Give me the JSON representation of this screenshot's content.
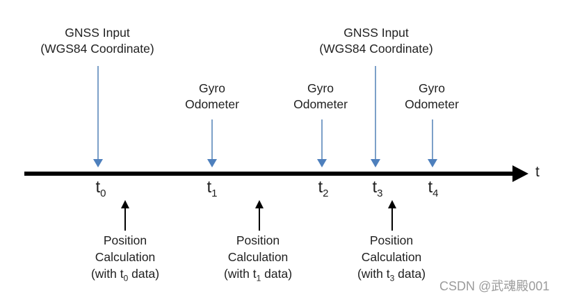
{
  "diagram": {
    "axis_label": "t",
    "events": [
      {
        "type": "gnss",
        "line1": "GNSS Input",
        "line2": "(WGS84 Coordinate)"
      },
      {
        "type": "gyro",
        "line1": "Gyro",
        "line2": "Odometer"
      },
      {
        "type": "gyro",
        "line1": "Gyro",
        "line2": "Odometer"
      },
      {
        "type": "gnss",
        "line1": "GNSS Input",
        "line2": "(WGS84 Coordinate)"
      },
      {
        "type": "gyro",
        "line1": "Gyro",
        "line2": "Odometer"
      }
    ],
    "ticks": [
      {
        "base": "t",
        "sub": "0"
      },
      {
        "base": "t",
        "sub": "1"
      },
      {
        "base": "t",
        "sub": "2"
      },
      {
        "base": "t",
        "sub": "3"
      },
      {
        "base": "t",
        "sub": "4"
      }
    ],
    "calculations": [
      {
        "line1": "Position",
        "line2": "Calculation",
        "line3_pre": "(with t",
        "line3_sub": "0",
        "line3_post": " data)"
      },
      {
        "line1": "Position",
        "line2": "Calculation",
        "line3_pre": "(with t",
        "line3_sub": "1",
        "line3_post": " data)"
      },
      {
        "line1": "Position",
        "line2": "Calculation",
        "line3_pre": "(with t",
        "line3_sub": "3",
        "line3_post": " data)"
      }
    ],
    "colors": {
      "event_arrow": "#7ca0c8",
      "event_arrow_head": "#4e80bd",
      "axis": "#000000",
      "watermark": "#9b9b9b"
    }
  },
  "watermark": {
    "text": "CSDN @武魂殿001"
  }
}
